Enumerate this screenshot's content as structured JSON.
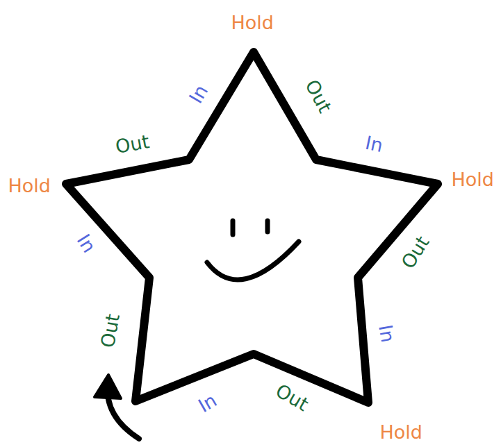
{
  "diagram": {
    "labels": [
      "Hold",
      "In",
      "Out",
      "Out",
      "In",
      "Hold",
      "Hold",
      "In",
      "Out",
      "Out",
      "In",
      "Out",
      "In",
      "Hold"
    ]
  }
}
